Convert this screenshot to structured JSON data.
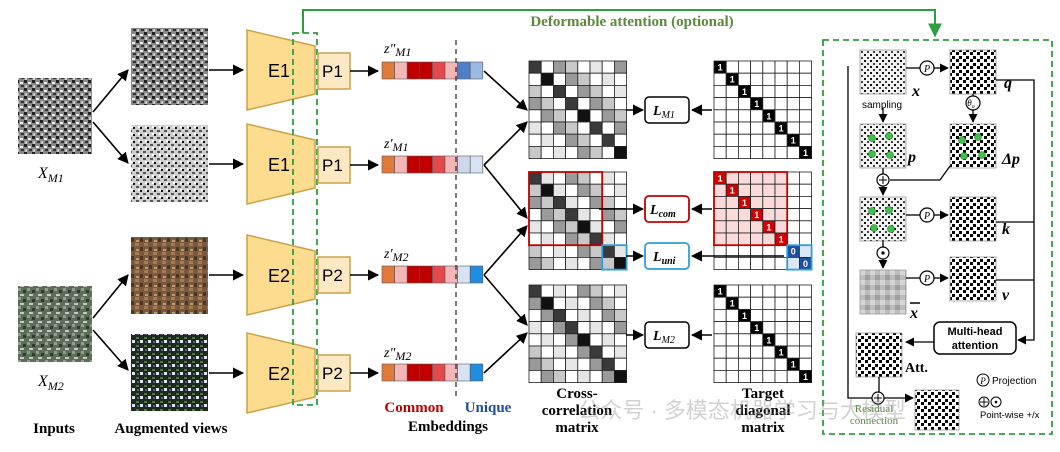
{
  "top_label": "Deformable attention (optional)",
  "labels": {
    "inputs": "Inputs",
    "augmented_views": "Augmented views",
    "common": "Common",
    "unique": "Unique",
    "embeddings": "Embeddings",
    "cross_corr_1": "Cross-",
    "cross_corr_2": "correlation",
    "cross_corr_3": "matrix",
    "target_1": "Target",
    "target_2": "diagonal",
    "target_3": "matrix"
  },
  "inputs": {
    "m1": {
      "var": "X",
      "sub": "M1"
    },
    "m2": {
      "var": "X",
      "sub": "M2"
    }
  },
  "encoders": [
    "E1",
    "E1",
    "E2",
    "E2"
  ],
  "projectors": [
    "P1",
    "P1",
    "P2",
    "P2"
  ],
  "embedding_labels": [
    {
      "var": "z",
      "prime": "\"",
      "sub": "M1"
    },
    {
      "var": "z",
      "prime": "′",
      "sub": "M1"
    },
    {
      "var": "z",
      "prime": "′",
      "sub": "M2"
    },
    {
      "var": "z",
      "prime": "\"",
      "sub": "M2"
    }
  ],
  "losses": [
    {
      "var": "L",
      "sub": "M1"
    },
    {
      "var": "L",
      "sub": "com"
    },
    {
      "var": "L",
      "sub": "uni"
    },
    {
      "var": "L",
      "sub": "M2"
    }
  ],
  "target_digits": {
    "one": "1",
    "zero": "0"
  },
  "attention": {
    "sampling": "sampling",
    "x": "x",
    "q": "q",
    "p": "p",
    "delta_p": "Δp",
    "k": "k",
    "v": "v",
    "x_bar": "x",
    "theta": "θ",
    "theta_sub": "o",
    "P": "P",
    "multi_head_1": "Multi-head",
    "multi_head_2": "attention",
    "att": "Att.",
    "residual_1": "Residual",
    "residual_2": "connection",
    "legend_projection": "Projection",
    "legend_pointwise": "Point-wise +/x"
  },
  "watermark": "公众号 · 多模态机器学习与大模型",
  "colors": {
    "green": "#2e9e3e",
    "green_text": "#5a8a3a",
    "red": "#c00000",
    "blue": "#1f4e9c",
    "encoder_fill": "#fddb8f",
    "encoder_stroke": "#c9a24a"
  }
}
